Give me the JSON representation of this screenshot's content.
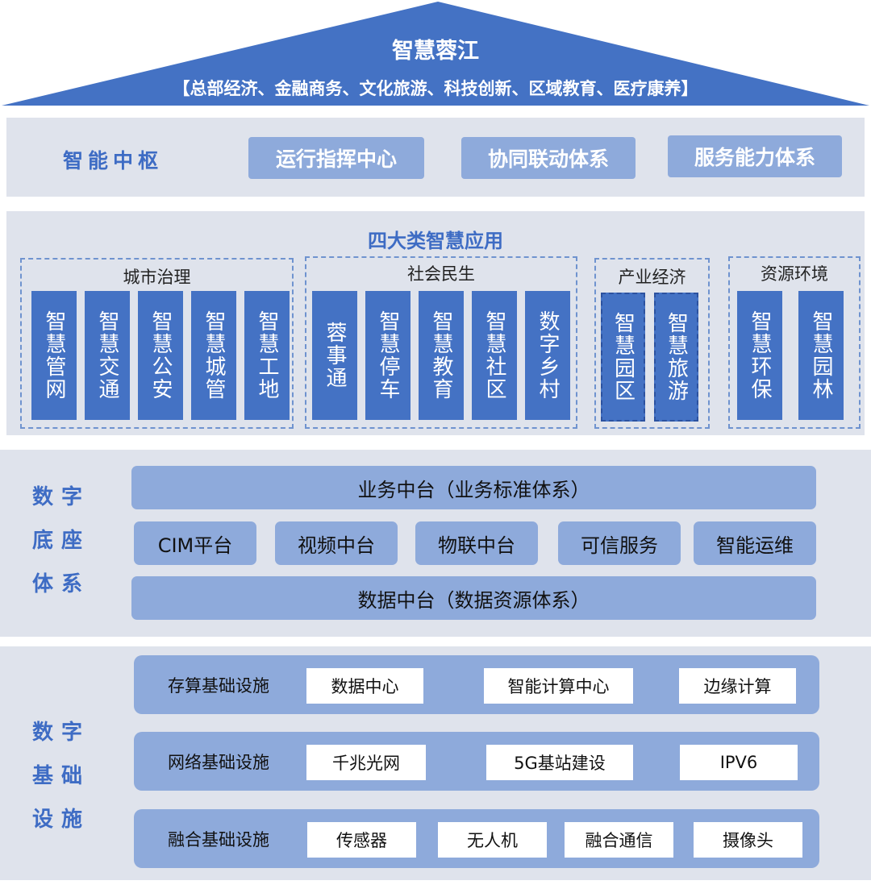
{
  "roof": {
    "title": "智慧蓉江",
    "subtitle": "【总部经济、金融商务、文化旅游、科技创新、区域教育、医疗康养】"
  },
  "hub": {
    "label": "智能中枢",
    "items": [
      "运行指挥中心",
      "协同联动体系",
      "服务能力体系"
    ]
  },
  "apps": {
    "title": "四大类智慧应用",
    "groups": [
      {
        "label": "城市治理",
        "tiles": [
          "智慧管网",
          "智慧交通",
          "智慧公安",
          "智慧城管",
          "智慧工地"
        ]
      },
      {
        "label": "社会民生",
        "tiles": [
          "蓉事通",
          "智慧停车",
          "智慧教育",
          "智慧社区",
          "数字乡村"
        ]
      },
      {
        "label": "产业经济",
        "tiles": [
          "智慧园区",
          "智慧旅游"
        ]
      },
      {
        "label": "资源环境",
        "tiles": [
          "智慧环保",
          "智慧园林"
        ]
      }
    ]
  },
  "base": {
    "label_lines": [
      "数字",
      "底座",
      "体系"
    ],
    "top_bar": "业务中台（业务标准体系）",
    "middle": [
      "CIM平台",
      "视频中台",
      "物联中台",
      "可信服务",
      "智能运维"
    ],
    "bottom_bar": "数据中台（数据资源体系）"
  },
  "infra": {
    "label_lines": [
      "数字",
      "基础",
      "设施"
    ],
    "rows": [
      {
        "label": "存算基础设施",
        "items": [
          "数据中心",
          "智能计算中心",
          "边缘计算"
        ]
      },
      {
        "label": "网络基础设施",
        "items": [
          "千兆光网",
          "5G基站建设",
          "IPV6"
        ]
      },
      {
        "label": "融合基础设施",
        "items": [
          "传感器",
          "无人机",
          "融合通信",
          "摄像头"
        ]
      }
    ]
  },
  "colors": {
    "primary_blue": "#4472c4",
    "light_blue": "#8eaadb",
    "band_gray": "#dfe3ec",
    "label_blue": "#3e6cc4"
  }
}
